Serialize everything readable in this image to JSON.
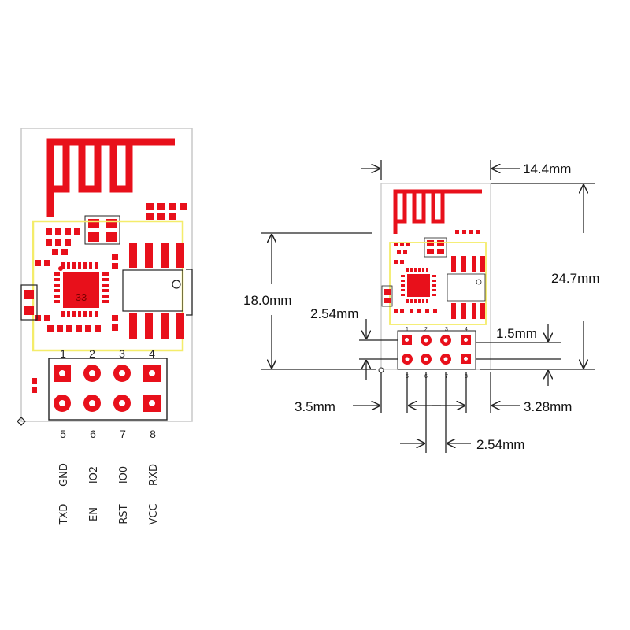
{
  "colors": {
    "copper": "#e8101b",
    "silkscreen": "#f4ec6a",
    "board_outline": "#c8c8c8",
    "dimension_line": "#222222"
  },
  "left_module": {
    "chip_label": "33",
    "header_top_numbers": [
      "1",
      "2",
      "3",
      "4"
    ],
    "header_bottom_numbers": [
      "5",
      "6",
      "7",
      "8"
    ],
    "bottom_row_signals": [
      "GND",
      "IO2",
      "IO0",
      "RXD"
    ],
    "top_row_signals": [
      "TXD",
      "EN",
      "RST",
      "VCC"
    ]
  },
  "right_module": {
    "header_top_numbers": [
      "1",
      "2",
      "3",
      "4"
    ],
    "header_bottom_numbers": [
      "5",
      "6",
      "7",
      "8"
    ]
  },
  "dimensions": {
    "width": "14.4mm",
    "height": "24.7mm",
    "antenna_to_header": "18.0mm",
    "row_pitch": "2.54mm",
    "header_top_offset": "1.5mm",
    "left_edge_offset": "3.5mm",
    "right_edge_offset": "3.28mm",
    "pin_pitch": "2.54mm"
  }
}
